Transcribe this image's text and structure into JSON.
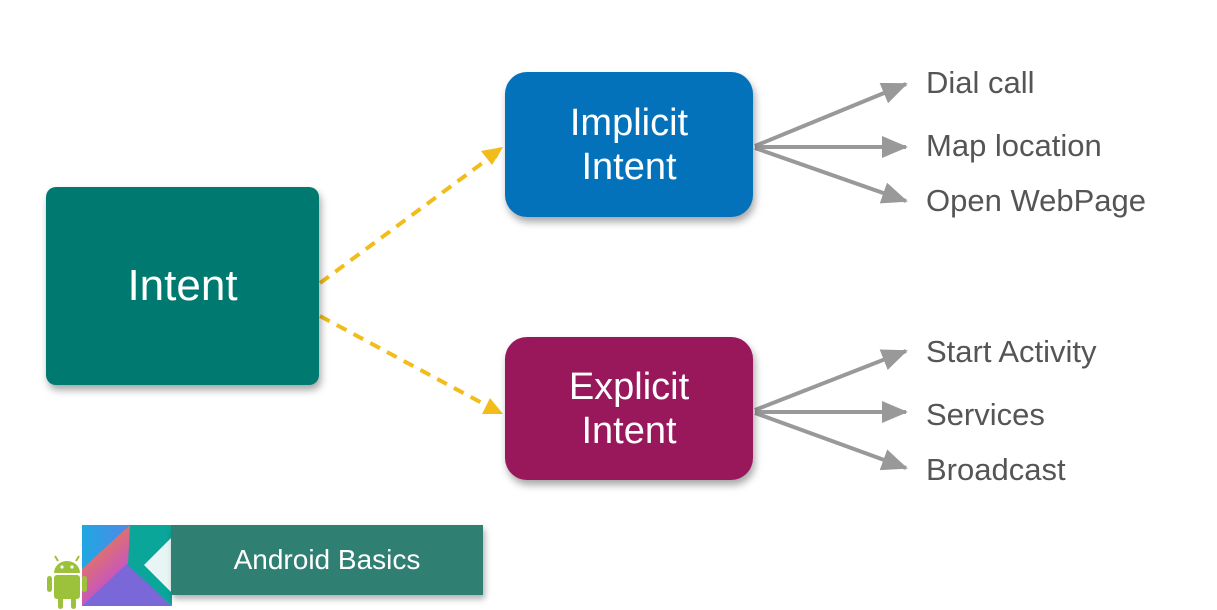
{
  "intent": {
    "label": "Intent",
    "color": "#007a70"
  },
  "implicit": {
    "line1": "Implicit",
    "line2": "Intent",
    "color": "#0372ba",
    "examples": [
      "Dial call",
      "Map location",
      "Open WebPage"
    ]
  },
  "explicit": {
    "line1": "Explicit",
    "line2": "Intent",
    "color": "#99185c",
    "examples": [
      "Start Activity",
      "Services",
      "Broadcast"
    ]
  },
  "colors": {
    "dashed_arrow": "#f2bc1a",
    "solid_arrow": "#999999",
    "banner": "#2f7f73"
  },
  "footer": {
    "banner_label": "Android Basics",
    "logo_icon": "kotlin-android-logo-icon"
  }
}
